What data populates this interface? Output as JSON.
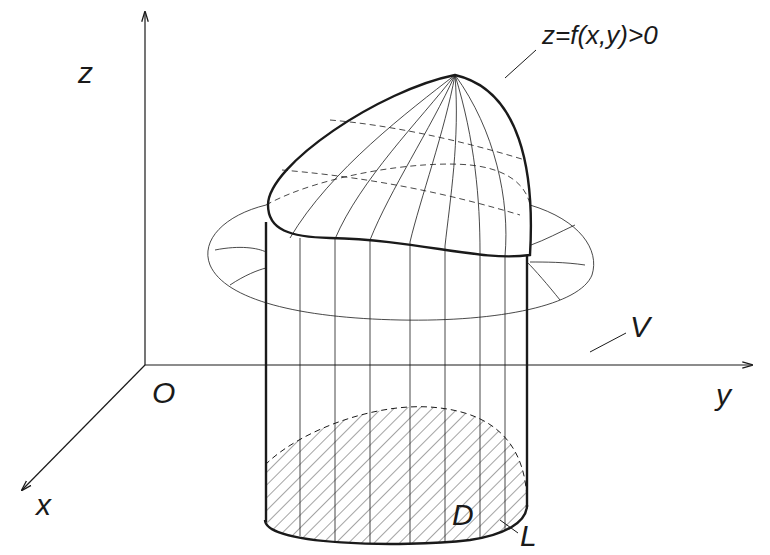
{
  "diagram": {
    "labels": [
      "z",
      "O",
      "y",
      "x",
      "z=f(x,y)>0",
      "V",
      "D",
      "L"
    ]
  }
}
